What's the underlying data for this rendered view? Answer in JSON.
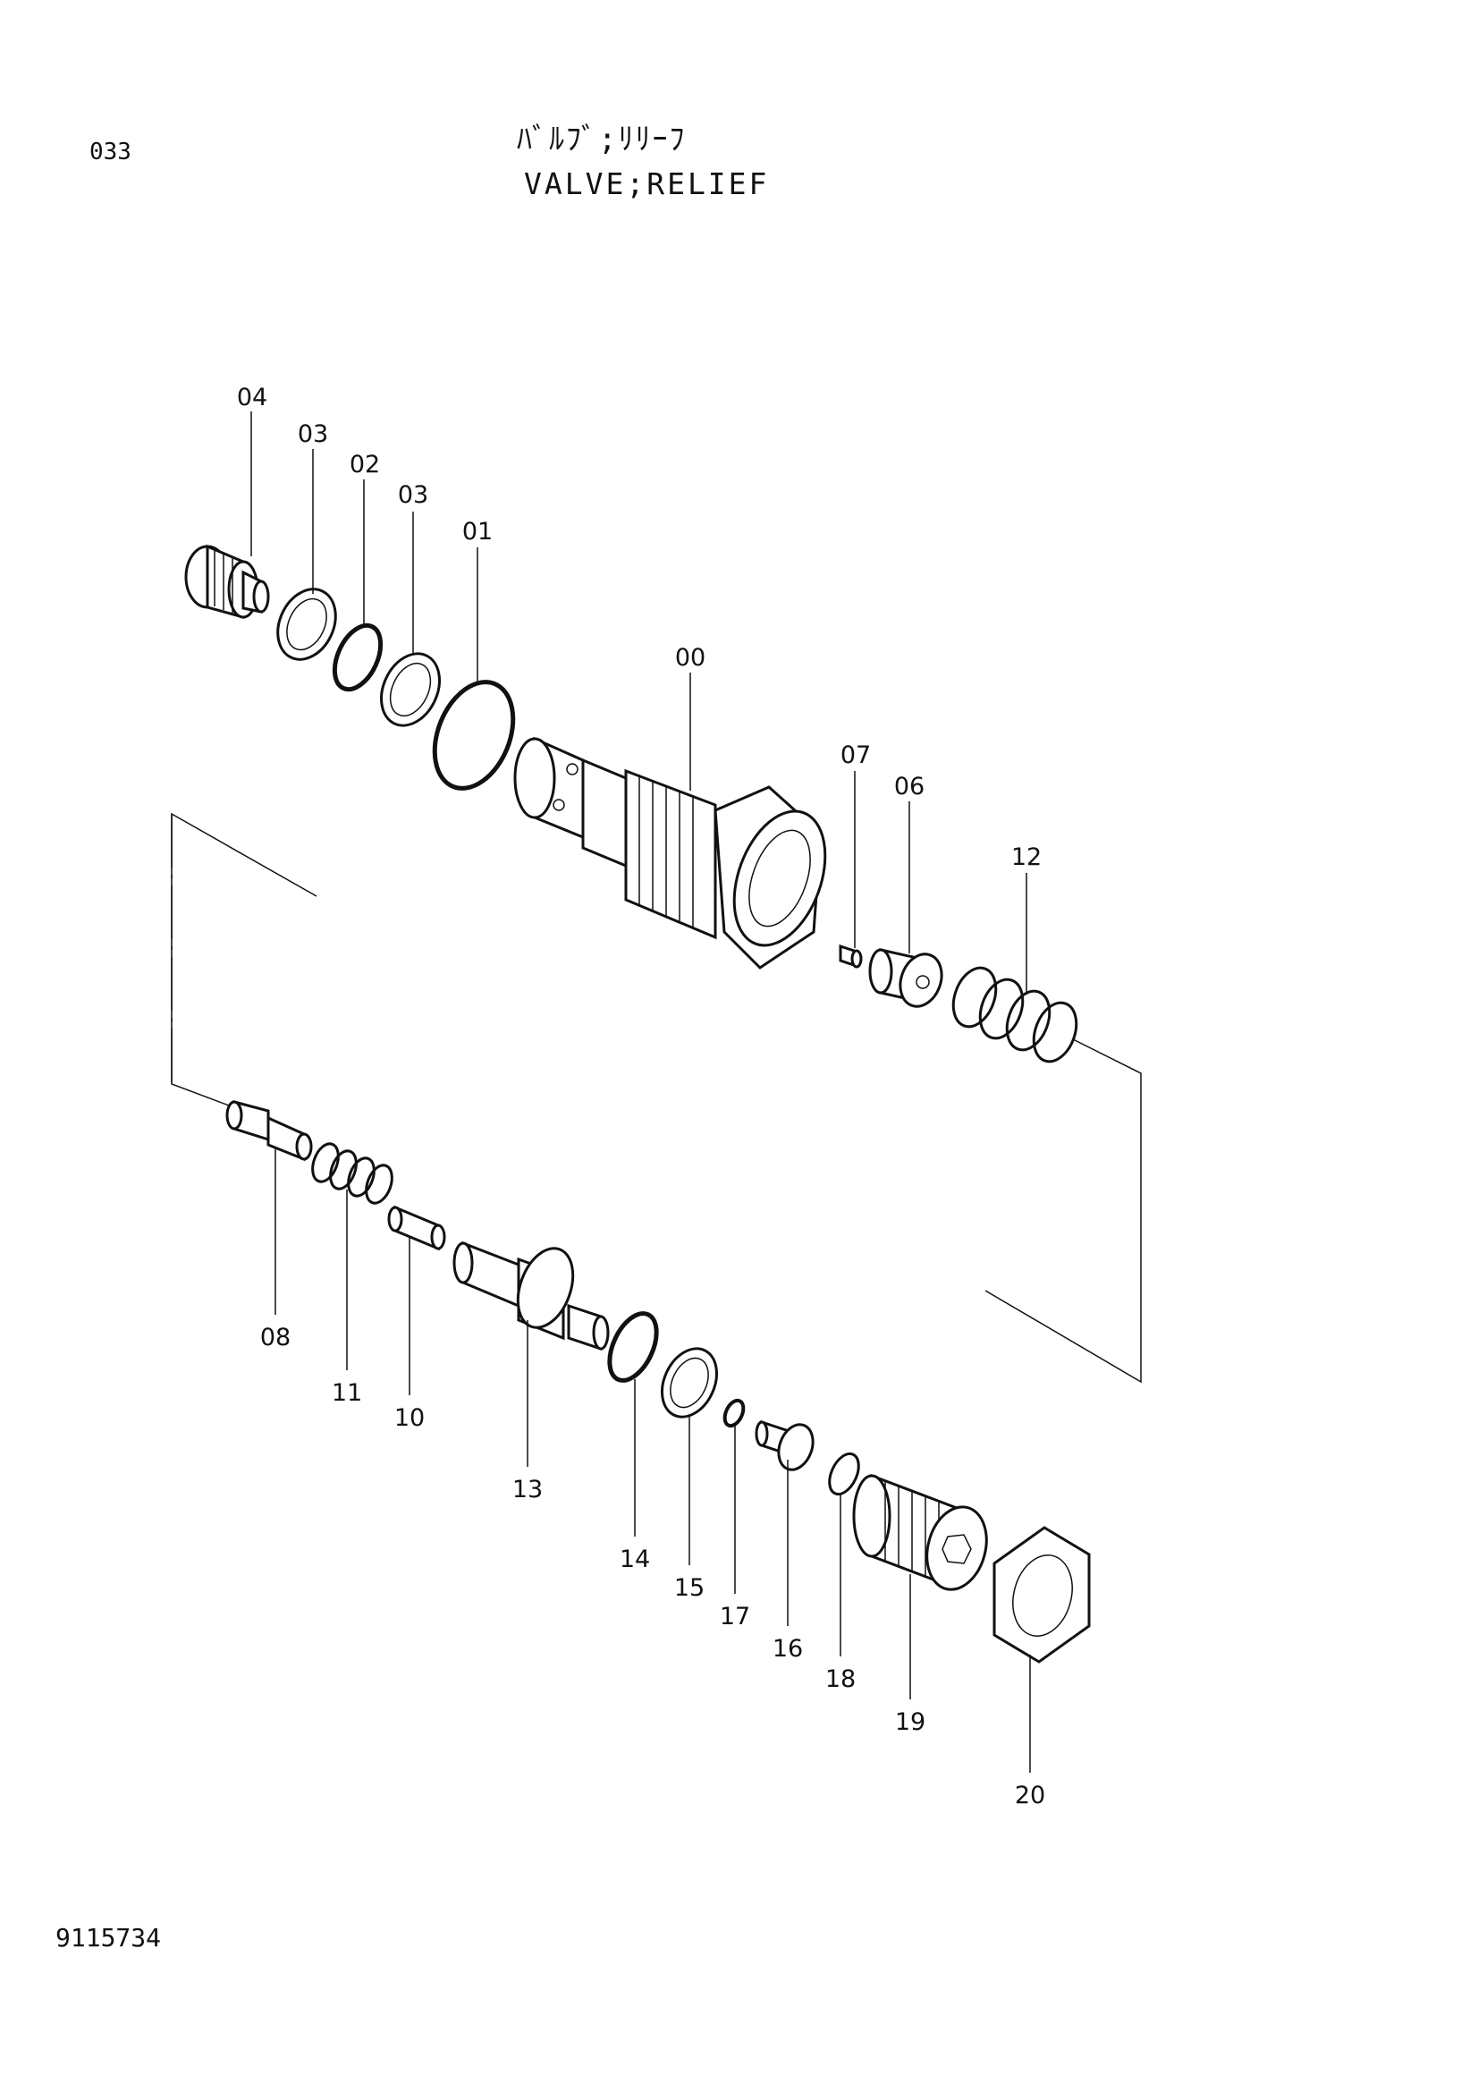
{
  "page_number": "033",
  "title_jp": "ﾊﾞﾙﾌﾞ;ﾘﾘｰﾌ",
  "title_en": "VALVE;RELIEF",
  "drawing_number": "9115734",
  "part_labels": {
    "p00": "00",
    "p01": "01",
    "p02": "02",
    "p03a": "03",
    "p03b": "03",
    "p04": "04",
    "p06": "06",
    "p07": "07",
    "p08": "08",
    "p10": "10",
    "p11": "11",
    "p12": "12",
    "p13": "13",
    "p14": "14",
    "p15": "15",
    "p16": "16",
    "p17": "17",
    "p18": "18",
    "p19": "19",
    "p20": "20"
  }
}
